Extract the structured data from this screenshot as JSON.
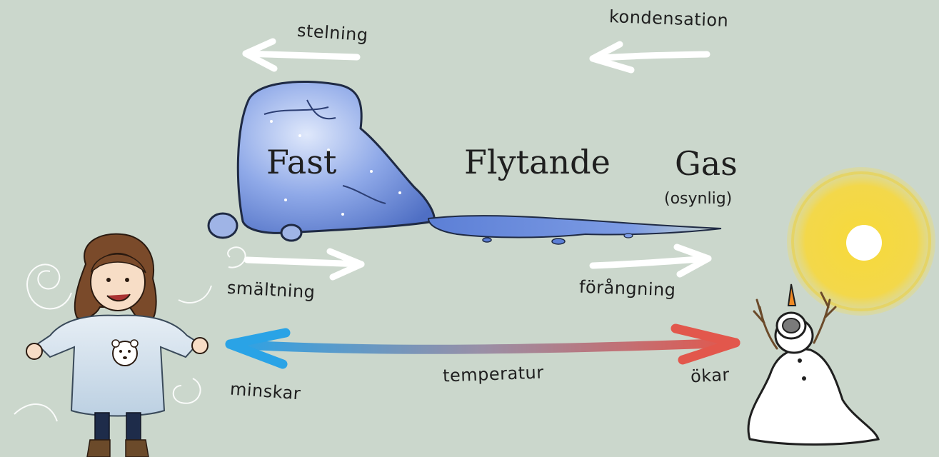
{
  "labels": {
    "stelning": "stelning",
    "kondensation": "kondensation",
    "smaltning": "smältning",
    "forangning": "förångning",
    "fast": "Fast",
    "flytande": "Flytande",
    "gas": "Gas",
    "osynlig": "(osynlig)",
    "temperatur": "temperatur",
    "minskar": "minskar",
    "okar": "ökar"
  },
  "colors": {
    "background": "#cbd7cc",
    "arrow": "#ffffff",
    "cold": "#2aa3e6",
    "warm": "#e2574c",
    "ice": "#7f9fe3",
    "sun": "#f4d63a"
  },
  "icons": [
    "ice-block-icon",
    "water-puddle-icon",
    "sun-icon",
    "girl-in-sweater-icon",
    "melting-snowman-icon",
    "wind-swirl-icon"
  ]
}
